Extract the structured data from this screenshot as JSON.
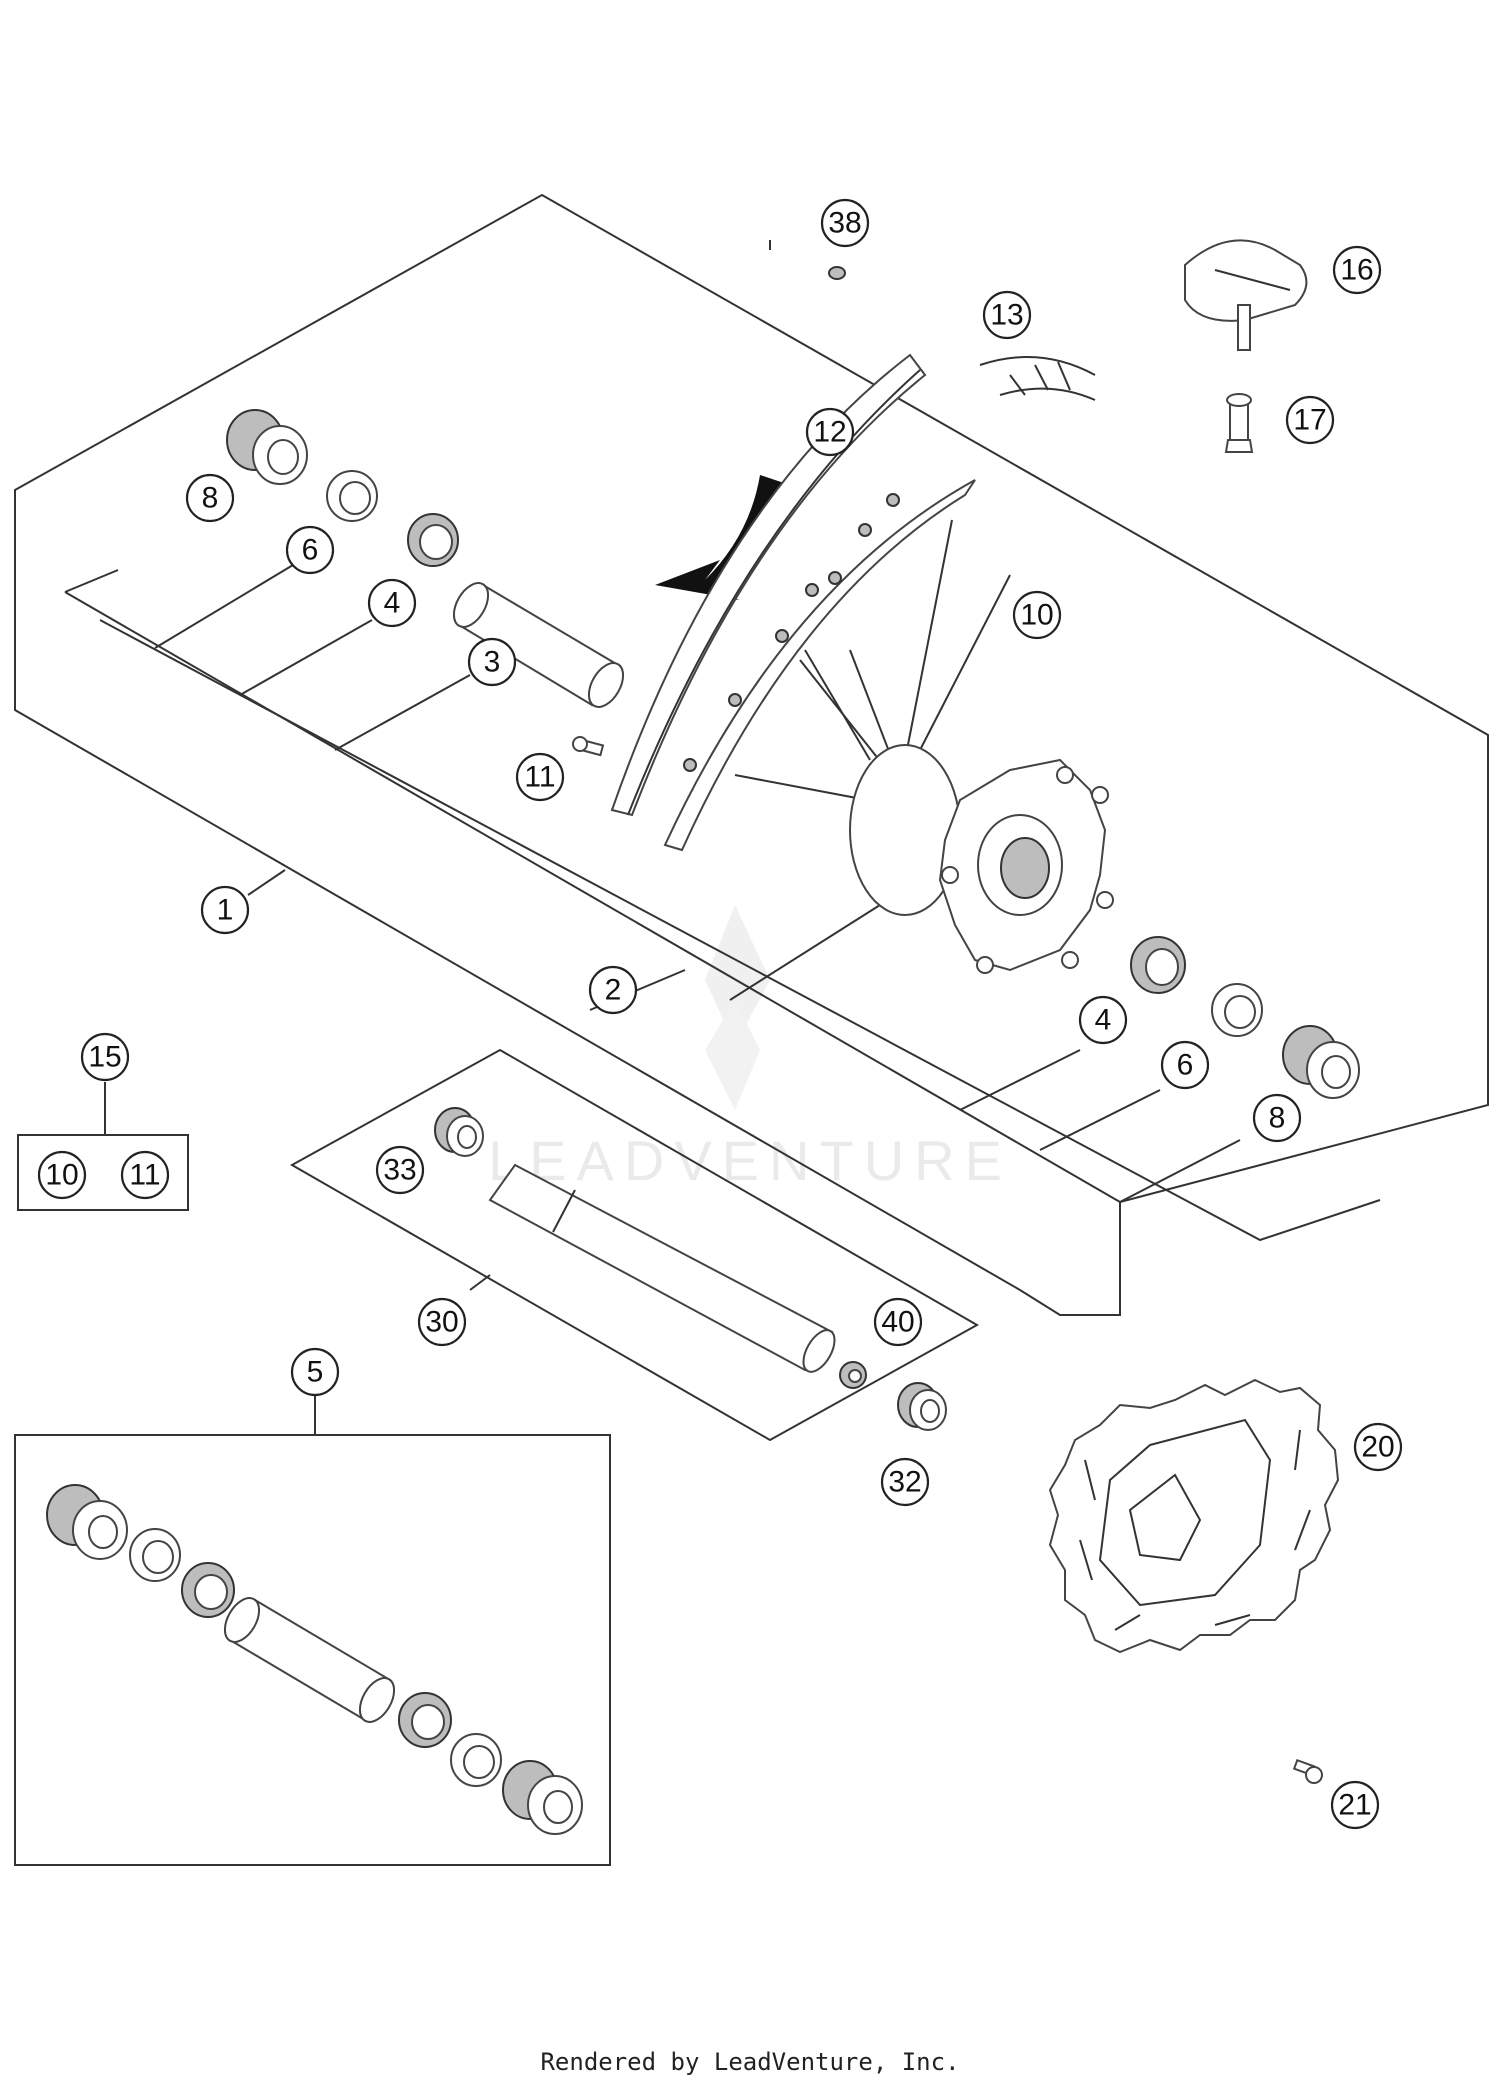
{
  "diagram": {
    "callouts": {
      "c1": "1",
      "c2": "2",
      "c3": "3",
      "c4a": "4",
      "c4b": "4",
      "c5": "5",
      "c6a": "6",
      "c6b": "6",
      "c8a": "8",
      "c8b": "8",
      "c10a": "10",
      "c10b": "10",
      "c11a": "11",
      "c11b": "11",
      "c12": "12",
      "c13": "13",
      "c15": "15",
      "c16": "16",
      "c17": "17",
      "c20": "20",
      "c21": "21",
      "c30": "30",
      "c32": "32",
      "c33": "33",
      "c38": "38",
      "c40": "40"
    },
    "watermark": "LEADVENTURE"
  },
  "footer": "Rendered by LeadVenture, Inc."
}
